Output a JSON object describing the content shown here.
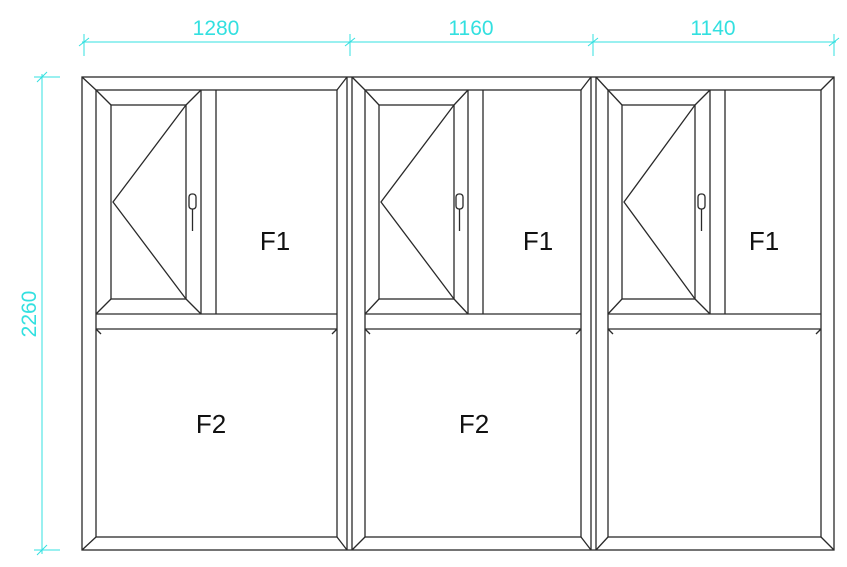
{
  "dimensions": {
    "widths": [
      "1280",
      "1160",
      "1140"
    ],
    "height": "2260"
  },
  "labels": {
    "panel1": {
      "upper": "F1",
      "lower": "F2"
    },
    "panel2": {
      "upper": "F1",
      "lower": "F2"
    },
    "panel3": {
      "upper": "F1"
    }
  },
  "colors": {
    "dimension": "#33e0e0",
    "frame": "#2a2a2a"
  },
  "icons": [
    "window-handle-icon"
  ]
}
